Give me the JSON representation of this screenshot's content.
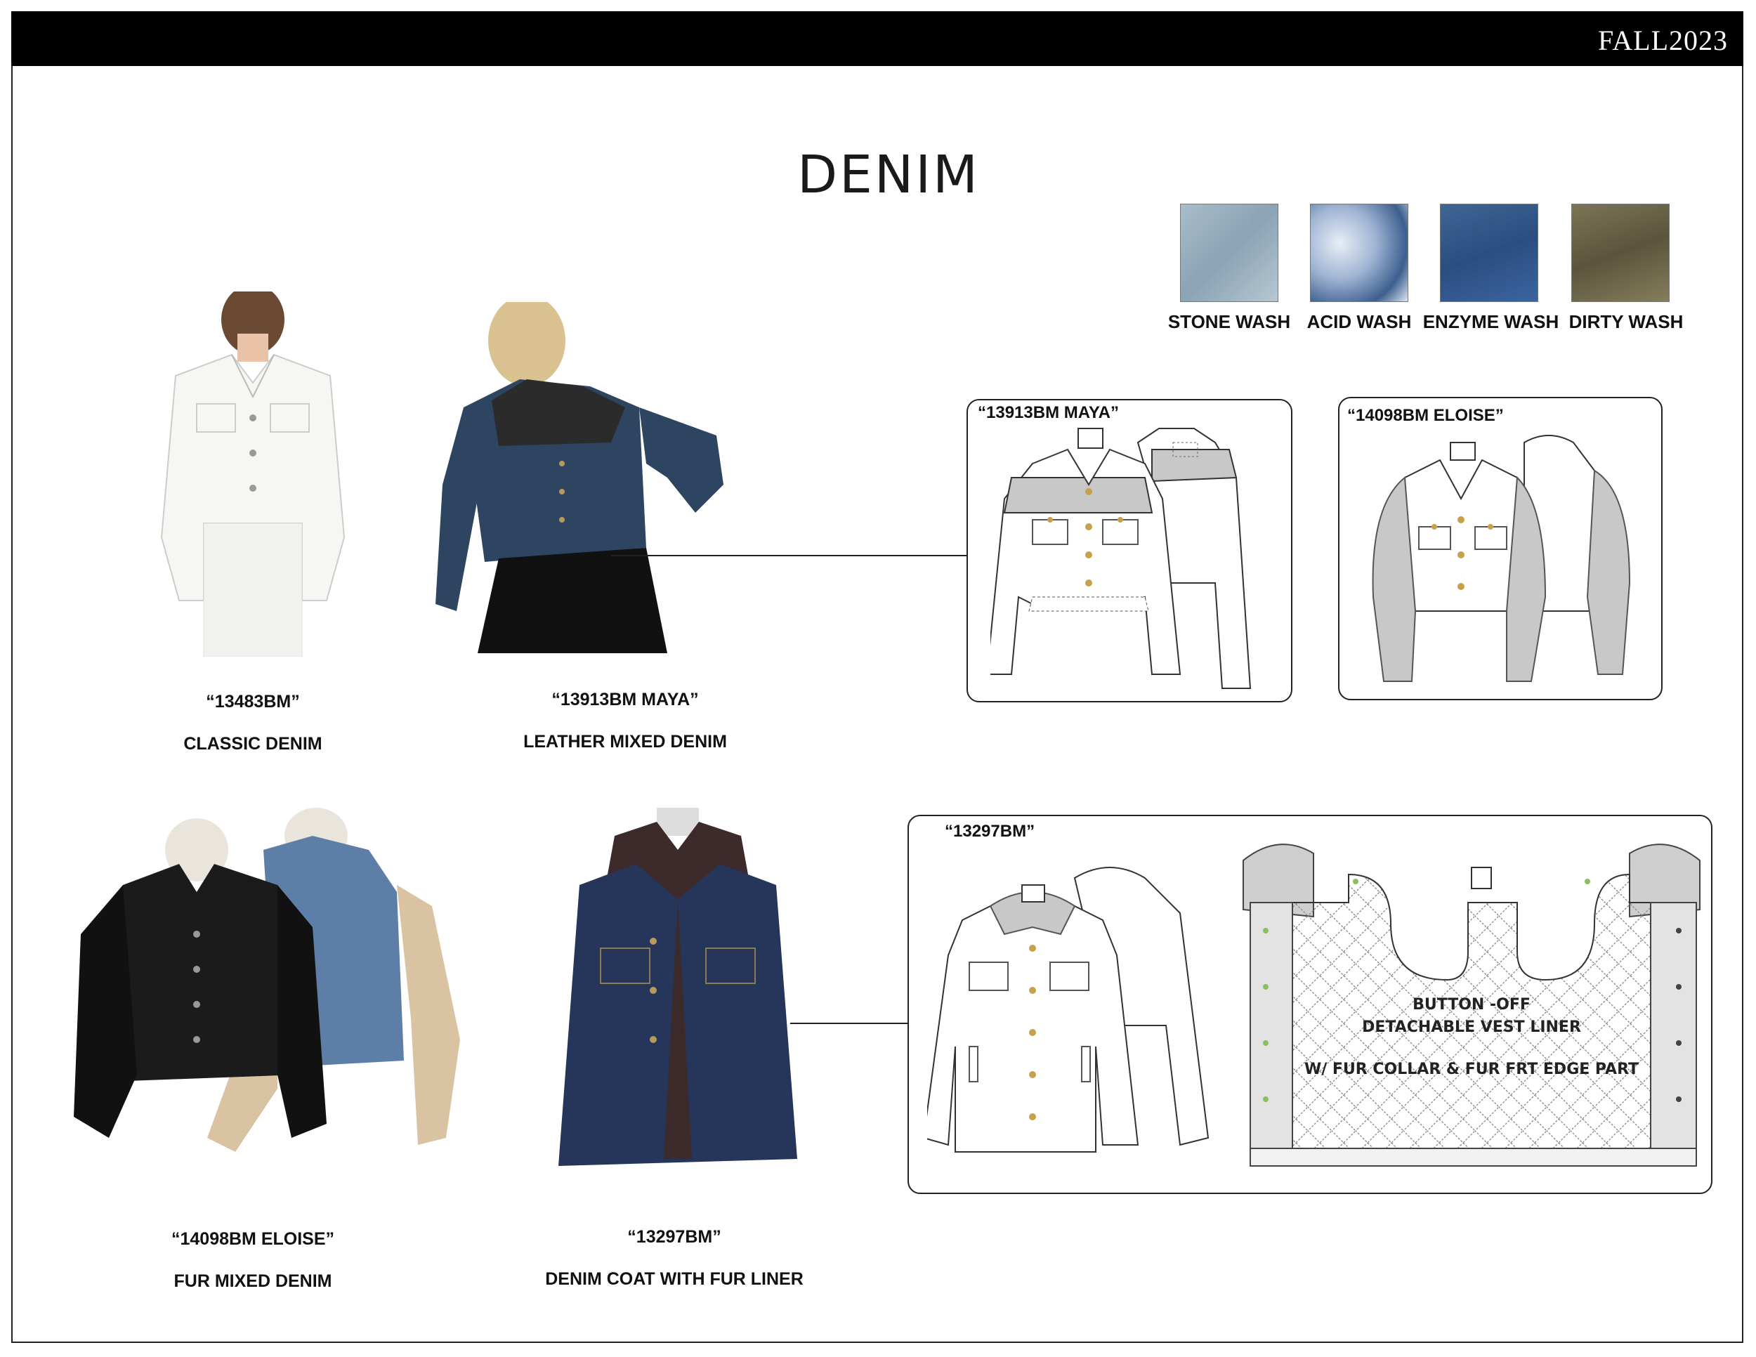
{
  "header": {
    "season": "FALL2023"
  },
  "page_title": "DENIM",
  "washes": [
    {
      "label": "STONE WASH",
      "color": "#9db3c2"
    },
    {
      "label": "ACID WASH",
      "color": "#b9c8dc"
    },
    {
      "label": "ENZYME WASH",
      "color": "#2f5687"
    },
    {
      "label": "DIRTY WASH",
      "color": "#6b6548"
    }
  ],
  "products": [
    {
      "style": "“13483BM”",
      "name": "CLASSIC DENIM",
      "jacket_color": "#f4f4f1"
    },
    {
      "style": "“13913BM MAYA”",
      "name": "LEATHER MIXED DENIM",
      "jacket_color": "#2e4561"
    },
    {
      "style": "“14098BM ELOISE”",
      "name": "FUR MIXED DENIM",
      "jacket_color": "#1a1a1a"
    },
    {
      "style": "“13297BM”",
      "name": "DENIM COAT WITH FUR LINER",
      "jacket_color": "#25365a"
    }
  ],
  "flats": [
    {
      "label": "“13913BM MAYA”"
    },
    {
      "label": "“14098BM ELOISE”"
    },
    {
      "label": "“13297BM”"
    }
  ],
  "liner_text": {
    "line1": "BUTTON -OFF",
    "line2": "DETACHABLE VEST LINER",
    "line3": "W/ FUR COLLAR & FUR FRT EDGE PART"
  }
}
